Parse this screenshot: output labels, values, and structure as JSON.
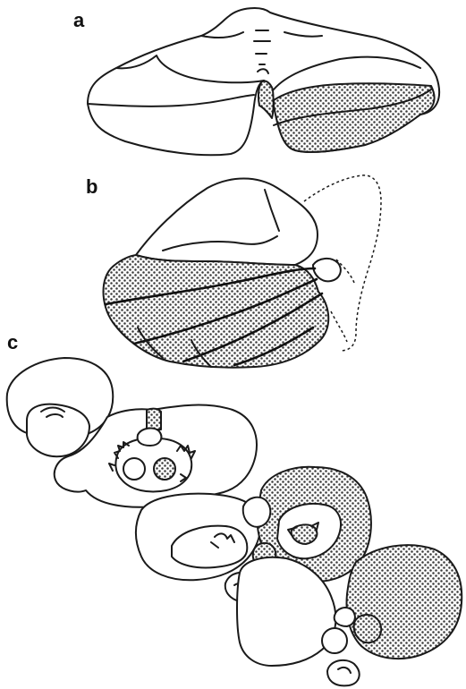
{
  "panels": {
    "a": {
      "label": "a"
    },
    "b": {
      "label": "b"
    },
    "c": {
      "label": "c"
    }
  },
  "colors": {
    "outline": "#1a1a1a",
    "stipple": "#3a3a3a",
    "background": "#ffffff"
  }
}
